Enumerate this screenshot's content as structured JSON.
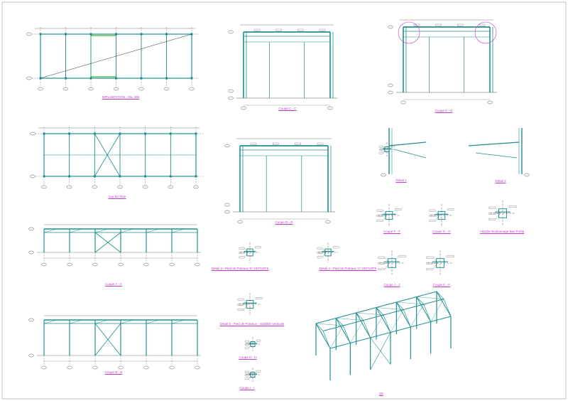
{
  "colors": {
    "steel": "#1f8f8f",
    "dim": "#555555",
    "annot": "#c03cc8",
    "frame": "#888888",
    "green": "#3cb43c"
  },
  "views": [
    {
      "id": "implantation",
      "title": "IMPLANTATION - Niv. 000"
    },
    {
      "id": "vue-en-plan",
      "title": "Vue En Plan"
    },
    {
      "id": "coupe-a",
      "title": "Coupe A - A"
    },
    {
      "id": "coupe-b",
      "title": "Coupe B - B"
    },
    {
      "id": "coupe-c",
      "title": "Coupe C - C"
    },
    {
      "id": "coupe-e",
      "title": "Coupe E - E"
    },
    {
      "id": "coupe-d",
      "title": "Coupe D - D"
    },
    {
      "id": "detail-1",
      "title": "Détail 1"
    },
    {
      "id": "detail-2",
      "title": "Détail 2"
    },
    {
      "id": "coupe-f",
      "title": "Coupe F - F"
    },
    {
      "id": "coupe-g",
      "title": "Coupe G - G"
    },
    {
      "id": "attache",
      "title": "Attache Boulonnage Bas Portiq"
    },
    {
      "id": "coupe-j",
      "title": "Coupe J - J"
    },
    {
      "id": "coupe-k",
      "title": "Coupe K - K"
    },
    {
      "id": "detail-3",
      "title": "Détail 3 - Pied de Poteaux 'E' 100*100*5"
    },
    {
      "id": "detail-4",
      "title": "Détail 4 - Pied de Poteaux 'C' 100*100*5"
    },
    {
      "id": "detail-5",
      "title": "Détail 5 - Pied de Poteaux - Stabilité Verticale"
    },
    {
      "id": "coupe-h",
      "title": "Coupe H - H"
    },
    {
      "id": "coupe-i",
      "title": "Coupe I - I"
    },
    {
      "id": "vue-3d",
      "title": "3D"
    }
  ]
}
